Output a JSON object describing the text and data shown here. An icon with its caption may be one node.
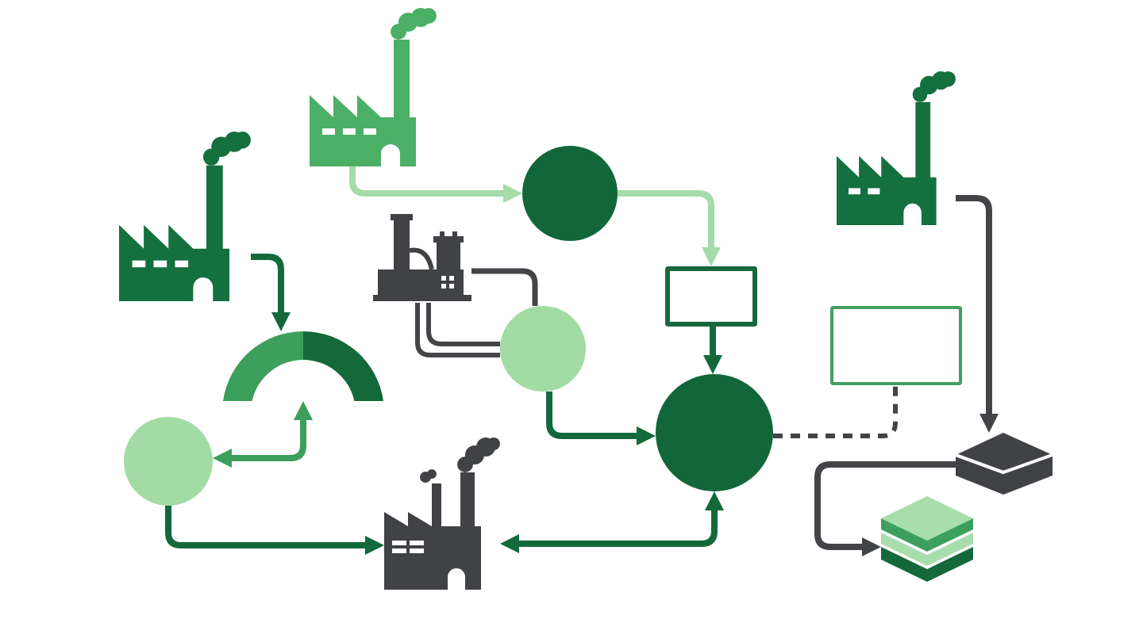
{
  "diagram": {
    "nodes": [
      {
        "text": [],
        "shape": "factory"
      },
      {
        "text": [],
        "shape": "factory"
      },
      {
        "text": [],
        "shape": "circle"
      },
      {
        "text": [],
        "shape": "plant"
      },
      {
        "text": [],
        "shape": "box"
      },
      {
        "text": [],
        "shape": "circle"
      },
      {
        "text": [],
        "shape": "arc"
      },
      {
        "text": [],
        "shape": "box"
      },
      {
        "text": [],
        "shape": "circle"
      },
      {
        "text": [],
        "shape": "circle"
      },
      {
        "text": [],
        "shape": "factory"
      },
      {
        "text": [],
        "shape": "factory"
      },
      {
        "text": [],
        "shape": "slab"
      },
      {
        "text": [],
        "shape": "stack"
      }
    ],
    "edges": [
      {
        "from": 0,
        "to": 2,
        "arrow": "to",
        "color": "#a5dba8"
      },
      {
        "from": 2,
        "to": 4,
        "arrow": "to",
        "color": "#a5dba8"
      },
      {
        "from": 4,
        "to": 8,
        "arrow": "to",
        "color": "#14693b"
      },
      {
        "from": 1,
        "to": 6,
        "arrow": "to",
        "color": "#14693b"
      },
      {
        "from": 9,
        "to": 6,
        "arrow": "both",
        "color": "#3d9f5c"
      },
      {
        "from": 9,
        "to": 10,
        "arrow": "to",
        "color": "#14693b"
      },
      {
        "from": 10,
        "to": 8,
        "arrow": "both",
        "color": "#14693b"
      },
      {
        "from": 5,
        "to": 8,
        "arrow": "to",
        "color": "#14693b"
      },
      {
        "from": 3,
        "to": 5,
        "arrow": "none",
        "color": "#424447"
      },
      {
        "from": 3,
        "to": 5,
        "arrow": "none",
        "color": "#424447"
      },
      {
        "from": 3,
        "to": 5,
        "arrow": "none",
        "color": "#424447"
      },
      {
        "from": 8,
        "to": 7,
        "arrow": "none",
        "style": "dashed",
        "color": "#424447"
      },
      {
        "from": 11,
        "to": 12,
        "arrow": "to",
        "color": "#424447"
      },
      {
        "from": 12,
        "to": 13,
        "arrow": "to",
        "color": "#424447"
      }
    ]
  }
}
